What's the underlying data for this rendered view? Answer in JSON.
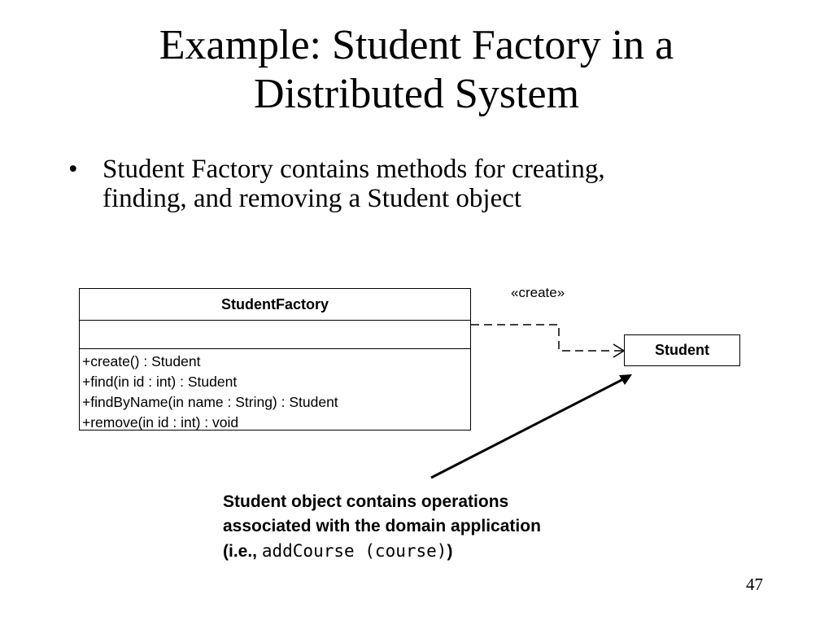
{
  "slide": {
    "title_line1": "Example: Student Factory in a",
    "title_line2": "Distributed System",
    "bullets": [
      {
        "mark": "•",
        "text_line1": "Student Factory contains methods for creating,",
        "text_line2": "finding, and removing a Student object"
      }
    ],
    "page_number": "47"
  },
  "diagram": {
    "classes": [
      {
        "name": "StudentFactory",
        "attributes": [],
        "operations": [
          "+create() : Student",
          "+find(in id : int) : Student",
          "+findByName(in name : String) : Student",
          "+remove(in id : int) : void"
        ]
      },
      {
        "name": "Student",
        "attributes": [],
        "operations": []
      }
    ],
    "dependency": {
      "from": "StudentFactory",
      "to": "Student",
      "stereotype": "«create»",
      "style": "dashed",
      "arrowhead": "open"
    }
  },
  "callout": {
    "line1": "Student object contains operations",
    "line2": "associated with the domain application",
    "line3_prefix": "(i.e., ",
    "line3_code": "addCourse (course)",
    "line3_suffix": ")"
  },
  "colors": {
    "background": "#ffffff",
    "foreground": "#000000"
  }
}
